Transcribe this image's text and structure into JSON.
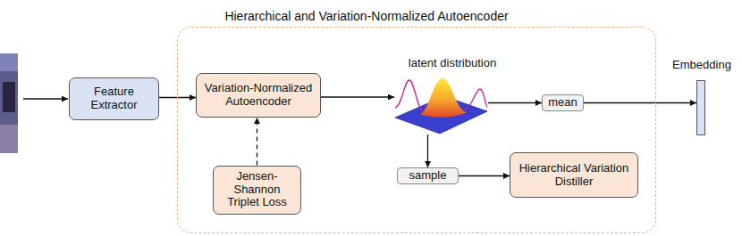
{
  "diagram": {
    "nodes": [
      {
        "text": [
          "Hierarchical and Variation-Normalized Autoencoder"
        ]
      },
      {
        "text": [
          "Feature Extractor"
        ]
      },
      {
        "text": [
          "Variation-Normalized Autoencoder"
        ],
        "in": 0
      },
      {
        "text": [
          "latent distribution"
        ],
        "in": 0
      },
      {
        "text": [
          "mean"
        ],
        "in": 0
      },
      {
        "text": [
          "Embedding"
        ]
      },
      {
        "text": [
          "Jensen-Shannon Triplet Loss"
        ],
        "in": 0
      },
      {
        "text": [
          "sample"
        ],
        "in": 0
      },
      {
        "text": [
          "Hierarchical Variation Distiller"
        ],
        "in": 0
      }
    ],
    "edges": [
      {
        "from": 1,
        "to": 2,
        "arrow": "to"
      },
      {
        "from": 2,
        "to": 3,
        "arrow": "to"
      },
      {
        "from": 3,
        "to": 4,
        "arrow": "to"
      },
      {
        "from": 4,
        "to": 5,
        "arrow": "to"
      },
      {
        "from": 6,
        "to": 2,
        "arrow": "to"
      },
      {
        "from": 3,
        "to": 7,
        "arrow": "to"
      },
      {
        "from": 7,
        "to": 8,
        "arrow": "to"
      }
    ]
  }
}
